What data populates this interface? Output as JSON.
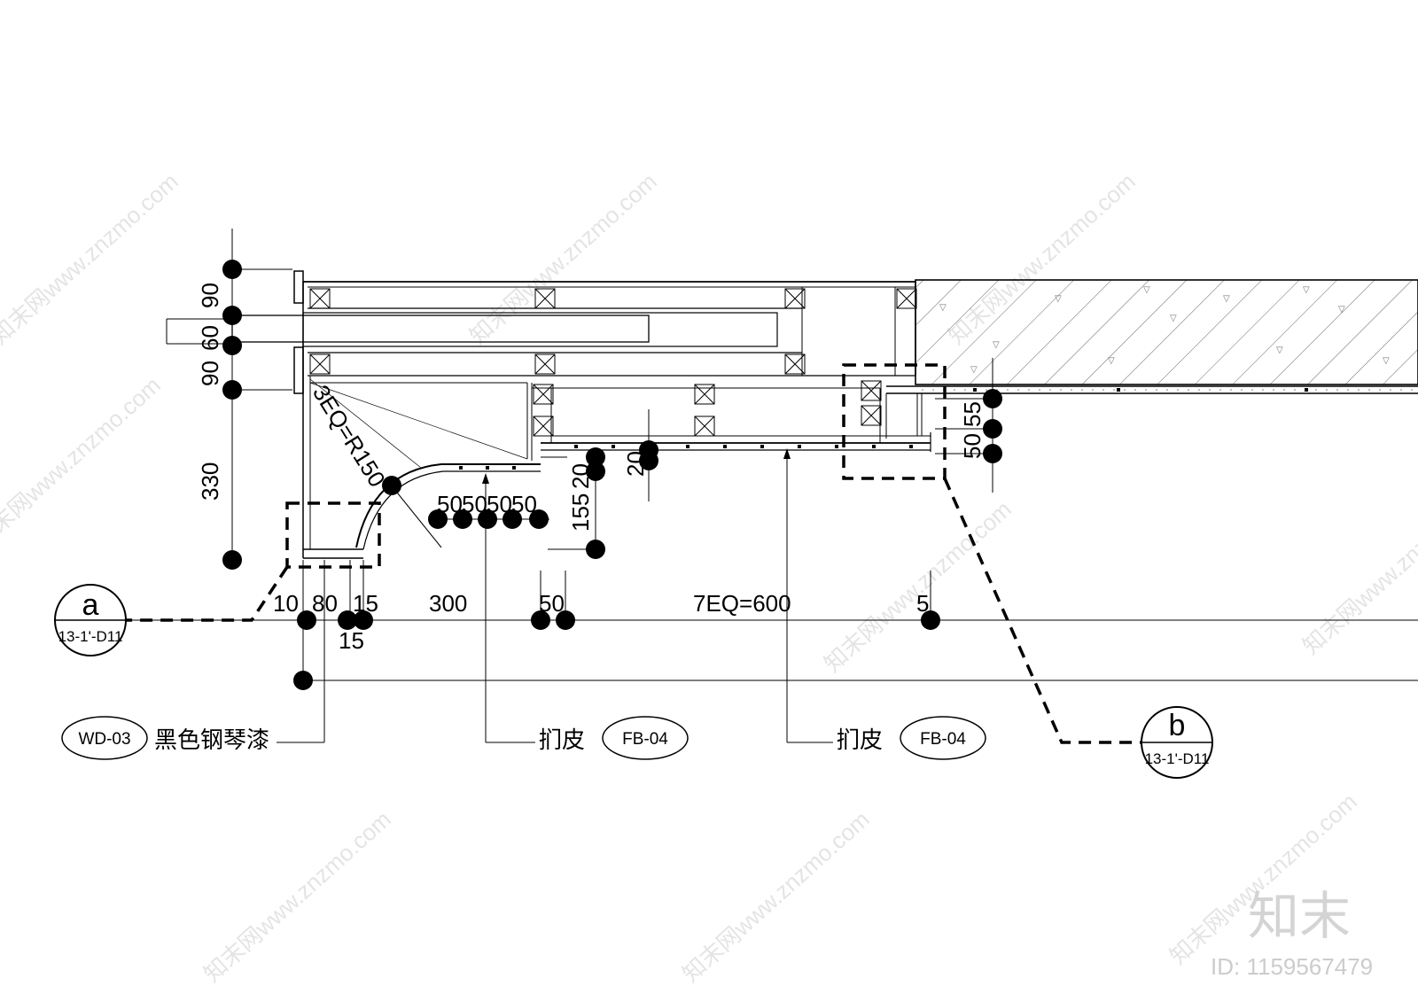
{
  "drawing": {
    "vertical_dims": [
      "90",
      "60",
      "90",
      "330"
    ],
    "mid_dims": [
      "50",
      "50",
      "50",
      "50"
    ],
    "right_dims": [
      "155",
      "20",
      "20",
      "50",
      "55"
    ],
    "bottom_dims": [
      "10",
      "80",
      "15",
      "300",
      "50",
      "7EQ=600",
      "5"
    ],
    "bottom_dim_sub": "15",
    "radius_label": "3EQ=R150"
  },
  "section_a": {
    "letter": "a",
    "ref": "13-1'-D11"
  },
  "section_b": {
    "letter": "b",
    "ref": "13-1'-D11"
  },
  "callouts": [
    {
      "code": "WD-03",
      "text": "黑色钢琴漆"
    },
    {
      "code": "FB-04",
      "text": "扪皮"
    },
    {
      "code": "FB-04",
      "text": "扪皮"
    }
  ],
  "watermark": {
    "text": "知末网www.znzmo.com",
    "brand": "知末",
    "id": "ID: 1159567479"
  }
}
